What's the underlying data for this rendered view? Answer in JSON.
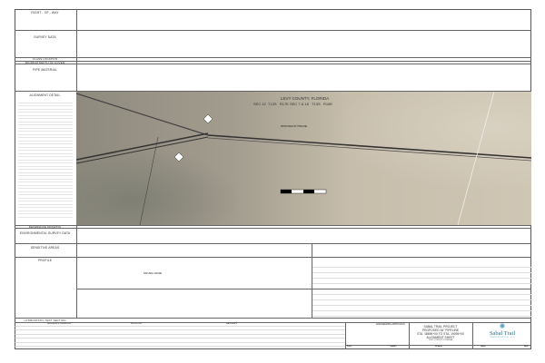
{
  "left_panel": {
    "right_of_way": "RIGHT - OF - WAY",
    "survey_data": "SURVEY DATA",
    "class_location": "CLASS LOCATION",
    "minimum_depth": "MINIMUM DEPTH OF COVER",
    "pipe_material": "PIPE MATERIAL",
    "alignment_detail": "ALIGNMENT DETAIL",
    "reference_drawing": "REFERENCE DRAWING",
    "environmental_survey": "ENVIRONMENTAL SURVEY DATA",
    "sensitive_areas": "SENSITIVE AREAS",
    "profile": "PROFILE",
    "hydrostatic_test": "HYDROSTATIC TEST SECTION"
  },
  "map": {
    "county": "LEVY COUNTY, FLORIDA",
    "section": "SEC 12  T13S   R17E SEC 7 & 18   T13S   R18E",
    "pipeline_label": "PROPOSED 36\" PIPELINE"
  },
  "profile": {
    "natural_grade": "NATURAL GRADE"
  },
  "bottom": {
    "references": "REFERENCE DRAWINGS",
    "revisions": "REVISIONS",
    "materials": "MATERIALS",
    "approvals": "ENGINEERING APPROVALS"
  },
  "title_block": {
    "line1": "SABAL TRAIL PROJECT",
    "line2": "PROPOSED 36\" PIPELINE",
    "line3": "STA. 18695+00 TO STA. 19095+00",
    "line4": "ALIGNMENT SHEET",
    "location": "LEVY COUNTY, FLORIDA",
    "logo_text": "Sabal Trail",
    "logo_sub": "TRANSMISSION, LLC",
    "fields": [
      "FILE:",
      "SHEET:",
      "SCALE:",
      "DWG:",
      "REV:"
    ]
  },
  "colors": {
    "logo": "#2b6f8a",
    "pipeline": "#3a3a3a"
  }
}
